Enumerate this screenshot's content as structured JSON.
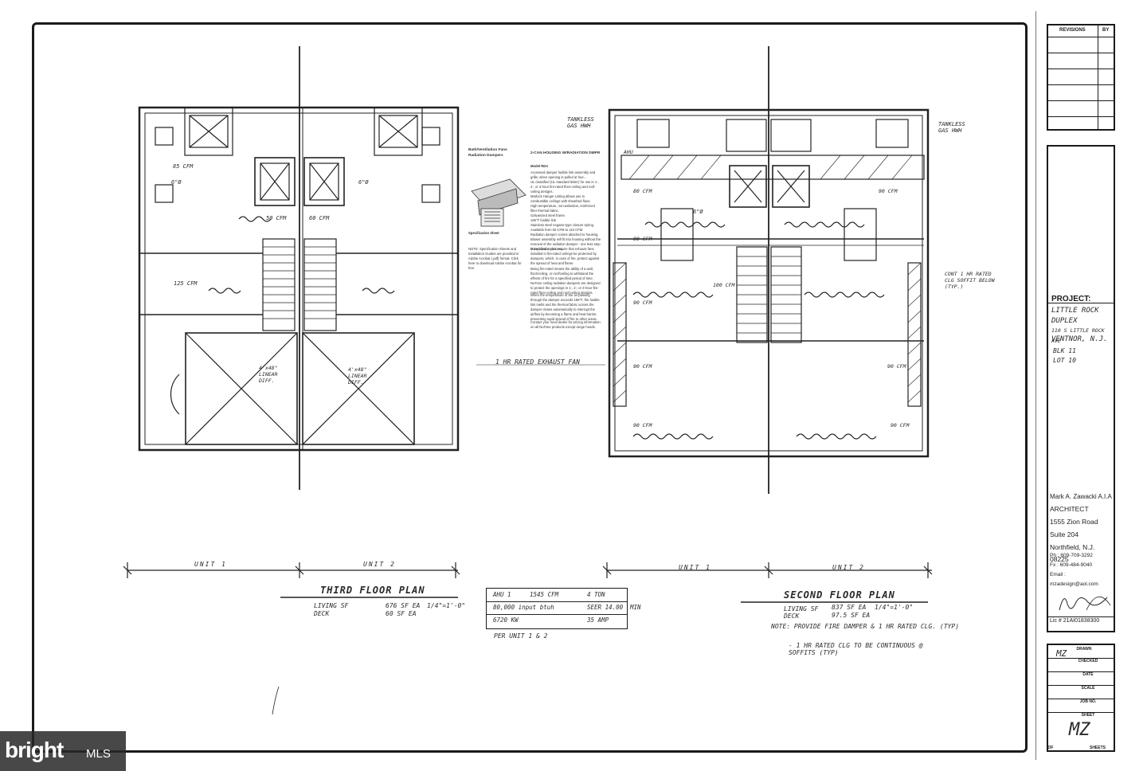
{
  "third_floor": {
    "title": "THIRD FLOOR PLAN",
    "living_label": "LIVING SF",
    "living_value": "676 SF EA",
    "scale": "1/4\"=1'-0\"",
    "deck_label": "DECK",
    "deck_value": "60 SF EA",
    "unit1": "UNIT 1",
    "unit2": "UNIT 2",
    "annotations": {
      "cfm85": "85 CFM",
      "cfm50": "50 CFM",
      "cfm125": "125 CFM",
      "cfm60": "60 CFM",
      "diff1": "4'x48\" LINEAR DIFF.",
      "diff2": "4'x48\" LINEAR DIFF.",
      "d6a": "6\"Ø",
      "d6b": "6\"Ø"
    }
  },
  "second_floor": {
    "title": "SECOND FLOOR PLAN",
    "living_label": "LIVING SF",
    "living_value": "837 SF EA",
    "scale": "1/4\"=1'-0\"",
    "deck_label": "DECK",
    "deck_value": "97.5 SF EA",
    "unit1": "UNIT 1",
    "unit2": "UNIT 2",
    "tankless_left": "TANKLESS GAS HWH",
    "tankless_right": "TANKLESS GAS HWH",
    "ahu": "AHU",
    "cont_note": "CONT 1 HR RATED CLG SOFFIT BELOW (TYP.)",
    "note1": "NOTE: PROVIDE FIRE DAMPER & 1 HR RATED CLG. (TYP)",
    "note2": "- 1 HR RATED CLG TO BE CONTINUOUS @ SOFFITS (TYP)",
    "cfm": {
      "a": "80 CFM",
      "b": "80 CFM",
      "c": "90 CFM",
      "d": "100 CFM",
      "e": "90 CFM",
      "f": "90 CFM",
      "g": "90 CFM",
      "h": "90 CFM",
      "i": "90 CFM"
    },
    "d6": "6\"Ø"
  },
  "exhaust_fan_label": "1 HR RATED EXHAUST FAN",
  "spec": {
    "heading1": "Bath/Ventilation Fans",
    "heading2": "Radiation Dampers",
    "housing": "2-CAN HOUSING W/RADIATION DMPR",
    "model": "Model RDA",
    "bullets": [
      "Accessed damper fusible link assembly and grille; when opening is pulled at four...",
      "UL classified (UL standard 555C) for use in 1-, 2-, or 3-hour fire-rated floor-ceiling and roof-ceiling designs.",
      "Marlock Hanger Listing allows use in combustible ceilings with sheathed flues.",
      "High temperature, non-asbestos, reinforced fiber thermal fabric.",
      "Galvanized steel frame.",
      "165°F fusible link.",
      "Stainless steel negator-type closure spring.",
      "Available from 50 CFM to 110 CFM.",
      "Radiation damper comes attached to housing.",
      "Blower assembly will fit into housing without the removal of the radiation damper - one less step in installation process."
    ],
    "para1": "Many local codes require that exhaust fans installed in fire-rated ceilings be protected by dampers, which, in case of fire, protect against the spread of heat and flame.",
    "para2": "Being fire-rated means the ability of a wall, floor/ceiling, or roof/ceiling to withstand the effects of fire for a specified period of time. NuTone ceiling radiation dampers are designed to protect the openings in 1-, 2-, or 3-hour fire-rated floor-ceiling and roof-ceiling designs.",
    "para3": "When the temperature of the air passing through the damper exceeds 165°F, the fusible link melts and the thermal fabric across the damper closes automatically to interrupt the airflow by becoming a flame and heat barrier, preventing rapid spread of fire to other areas.",
    "para4": "Contact your local dealer for pricing information on all NuTone products except range hoods.",
    "note": "NOTE: Specification Sheets and Installation Guides are provided in Adobe Acrobat (.pdf) format. Click here to download Adobe Acrobat for free.",
    "spec_label": "Specification Sheet"
  },
  "equipment_table": {
    "rows": [
      [
        "AHU 1",
        "1545 CFM",
        "4 TON",
        ""
      ],
      [
        "80,000 input btuh",
        "",
        "SEER 14.00",
        "MIN"
      ],
      [
        "6720 KW",
        "",
        "35 AMP",
        ""
      ]
    ],
    "footer": "PER UNIT 1 & 2"
  },
  "title_block": {
    "revisions": "REVISIONS",
    "by": "BY",
    "project_label": "PROJECT:",
    "project_lines": [
      "LITTLE ROCK",
      "DUPLEX",
      "110 S LITTLE ROCK AVE",
      "VENTNOR, N.J.",
      "BLK 11",
      "LOT 10"
    ],
    "architect_lines": [
      "Mark A. Zawacki A.I.A",
      "ARCHITECT",
      "1555 Zion Road",
      "Suite 204",
      "Northfield, N.J. 08225"
    ],
    "contact_lines": [
      "Ph : 609-709-3292",
      "Fx : 609-484-9040",
      "Email : mzadesign@aol.com"
    ],
    "license": "Lic # 21AI01838300",
    "drawn": "DRAWN",
    "drawn_value": "MZ",
    "checked": "CHECKED",
    "date": "DATE",
    "scale": "SCALE",
    "job_no": "JOB NO.",
    "sheet": "SHEET",
    "sheet_value": "MZ",
    "of": "OF",
    "sheets": "SHEETS"
  },
  "watermark": {
    "brand": "bright",
    "mls": "MLS"
  }
}
